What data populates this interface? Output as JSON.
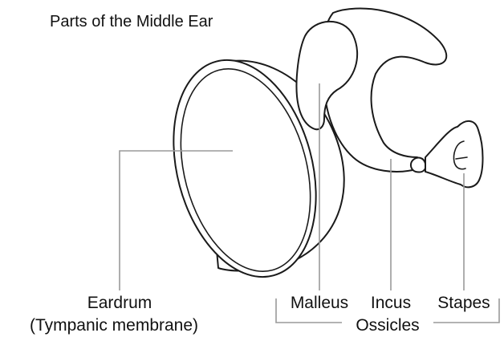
{
  "title": "Parts of the Middle Ear",
  "labels": {
    "eardrum": "Eardrum",
    "eardrum_sub": "(Tympanic membrane)",
    "malleus": "Malleus",
    "incus": "Incus",
    "stapes": "Stapes",
    "ossicles": "Ossicles"
  },
  "colors": {
    "outline": "#1a1a1a",
    "leader": "#9a9a9a",
    "text": "#111111",
    "background": "#ffffff"
  }
}
